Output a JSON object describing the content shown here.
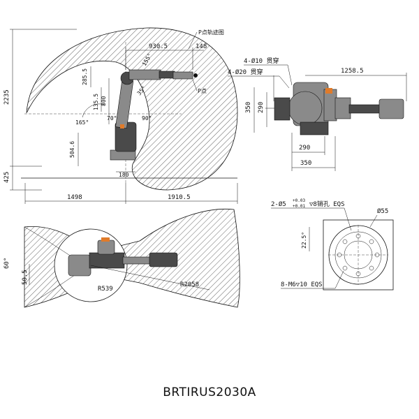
{
  "title": "BRTIRUS2030A",
  "side_view": {
    "p_trajectory_label": "P点轨迹图",
    "p_point_label": "P点",
    "dims": {
      "top_reach": "930.5",
      "top_offset": "148",
      "h_285": "285.5",
      "h_135": "135.5",
      "h_800": "800",
      "h_504": "504.6",
      "total_height": "2235",
      "base_height": "425",
      "base_width": "180",
      "rear_reach": "1498",
      "front_reach": "1910.5",
      "ang_165": "165°",
      "ang_70": "70°",
      "ang_90": "90°",
      "ang_155": "155°",
      "ang_35": "35°"
    }
  },
  "base_side": {
    "hole1": "4-Ø10 贯穿",
    "hole2": "4-Ø20 贯穿",
    "d_1258": "1258.5",
    "d_350_v": "350",
    "d_290_v": "290",
    "d_290_h": "290",
    "d_350_h": "350"
  },
  "top_view": {
    "ang_60": "60°",
    "d_50": "50.5",
    "r539": "R539",
    "r2058": "R2058"
  },
  "flange": {
    "pin_holes_main": "2-Ø5",
    "pin_tol_upper": "+0.03",
    "pin_tol_lower": "+0.01",
    "pin_holes_tail": "▽8销孔 EQS",
    "bolt_holes": "8-M6▽10 EQS",
    "diameter": "Ø55",
    "angle": "22.5°"
  }
}
